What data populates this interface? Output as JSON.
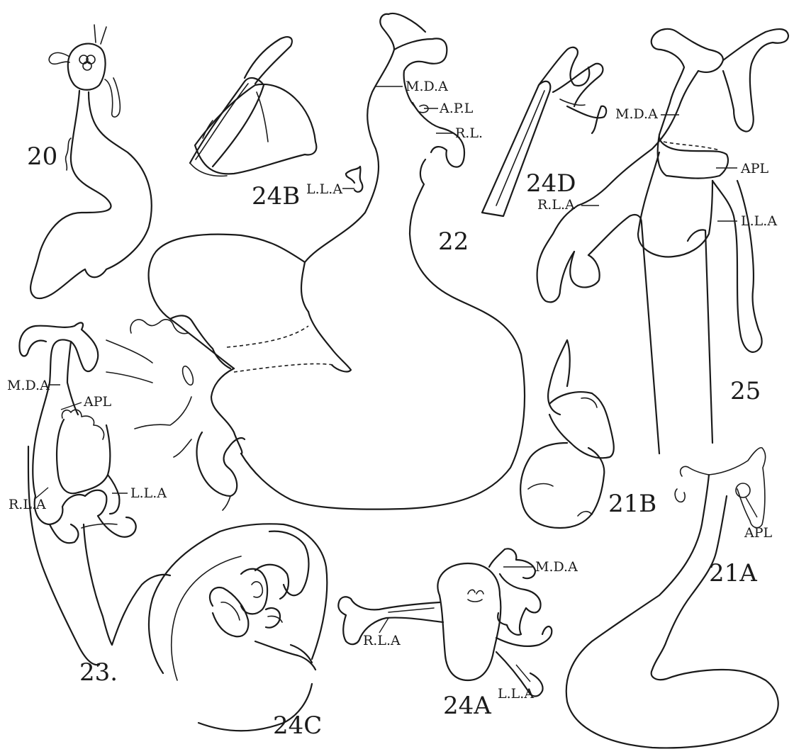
{
  "figures": {
    "f20": "20",
    "f21a": "21A",
    "f21b": "21B",
    "f22": "22",
    "f23": "23.",
    "f24a": "24A",
    "f24b": "24B",
    "f24c": "24C",
    "f24d": "24D",
    "f25": "25"
  },
  "labels": {
    "f22_mda": "M.D.A",
    "f22_apl": "A.P.L",
    "f22_rl": "R.L.",
    "f22_lla": "L.L.A",
    "f25_mda": "M.D.A",
    "f25_apl": "APL",
    "f25_rla": "R.L.A",
    "f25_lla": "L.L.A",
    "f23_mda": "M.D.A",
    "f23_apl": "APL",
    "f23_rla": "R.L.A",
    "f23_lla": "L.L.A",
    "f21a_apl": "APL",
    "f24a_mda": "M.D.A",
    "f24a_rla": "R.L.A",
    "f24a_lla": "L.L.A"
  }
}
